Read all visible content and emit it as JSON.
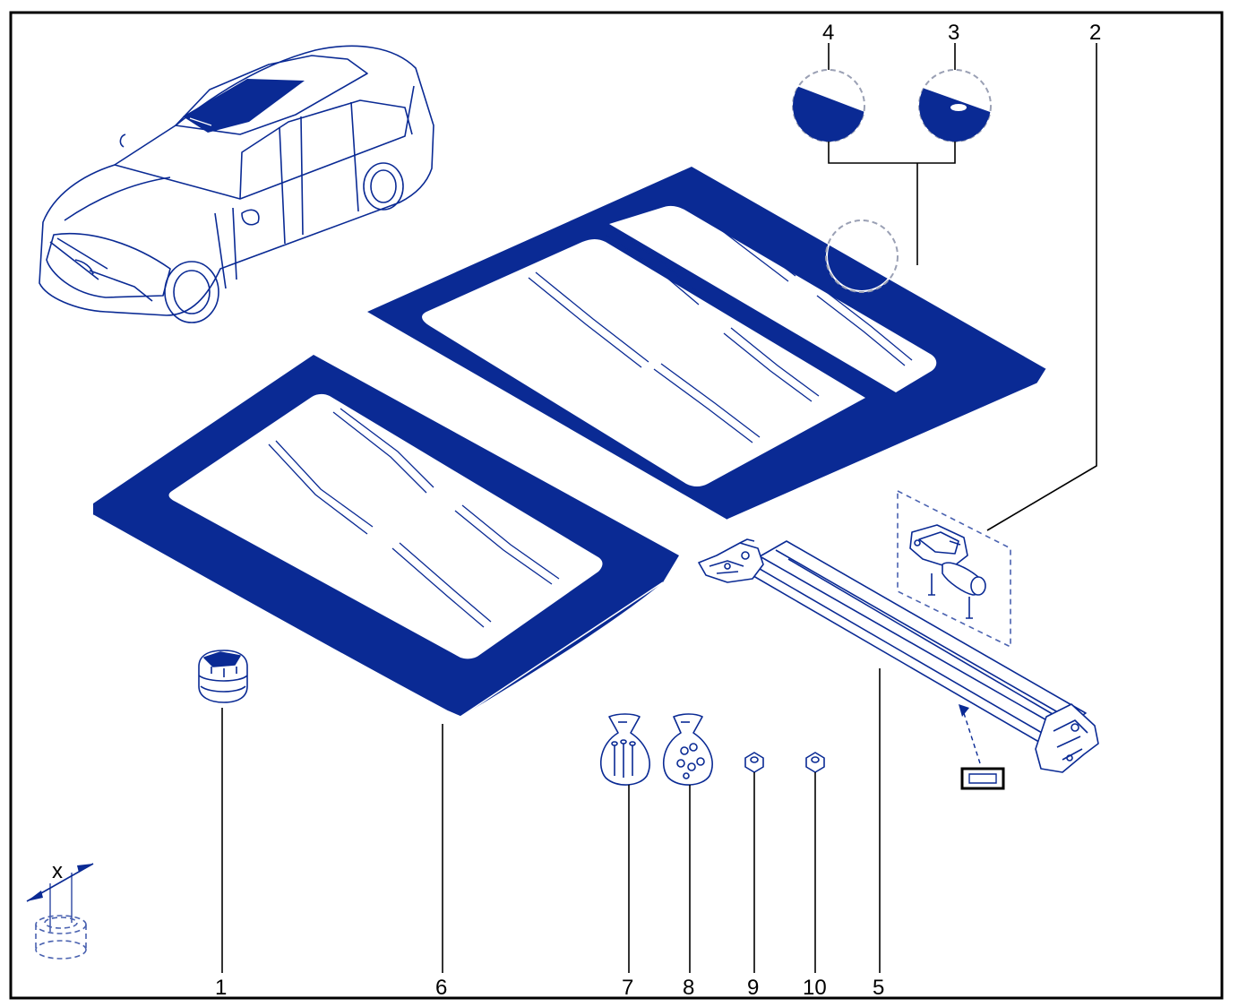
{
  "diagram": {
    "colors": {
      "ink": "#0a2a94",
      "glass": "#ffffff",
      "outline": "#000000"
    },
    "callouts": {
      "c1": "1",
      "c2": "2",
      "c3": "3",
      "c4": "4",
      "c5": "5",
      "c6": "6",
      "c7": "7",
      "c8": "8",
      "c9": "9",
      "c10": "10"
    },
    "measure_label": "x"
  }
}
